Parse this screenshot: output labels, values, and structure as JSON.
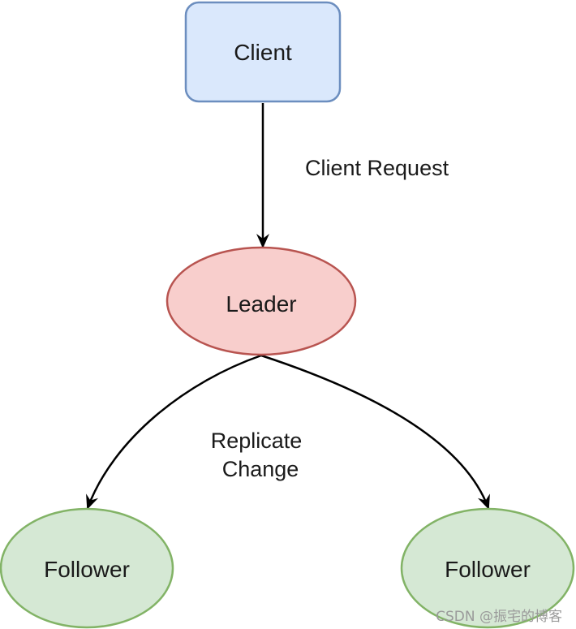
{
  "nodes": {
    "client": {
      "label": "Client",
      "fill": "#dae8fc",
      "stroke": "#6c8ebf"
    },
    "leader": {
      "label": "Leader",
      "fill": "#f8cecc",
      "stroke": "#b85450"
    },
    "follower_left": {
      "label": "Follower",
      "fill": "#d5e8d4",
      "stroke": "#82b366"
    },
    "follower_right": {
      "label": "Follower",
      "fill": "#d5e8d4",
      "stroke": "#82b366"
    }
  },
  "edges": {
    "client_request": {
      "label": "Client Request"
    },
    "replicate_change": {
      "label_line1": "Replicate",
      "label_line2": "Change"
    }
  },
  "colors": {
    "edge": "#000000"
  },
  "watermark": "CSDN @振宅的博客"
}
